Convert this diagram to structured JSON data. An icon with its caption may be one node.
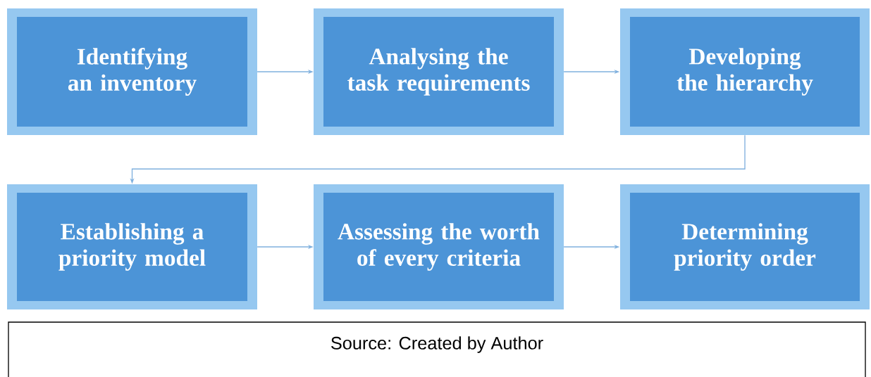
{
  "diagram": {
    "caption": "Source: Created by Author",
    "nodes": [
      {
        "text": [
          "Identifying an inventory"
        ]
      },
      {
        "text": [
          "Analysing the task requirements"
        ]
      },
      {
        "text": [
          "Developing the hierarchy"
        ]
      },
      {
        "text": [
          "Establishing a priority model"
        ]
      },
      {
        "text": [
          "Assessing the worth of every criteria"
        ]
      },
      {
        "text": [
          "Determining priority order"
        ]
      }
    ],
    "edges": [
      {
        "from": 0,
        "to": 1,
        "arrow": "to"
      },
      {
        "from": 1,
        "to": 2,
        "arrow": "to"
      },
      {
        "from": 2,
        "to": 3,
        "arrow": "to"
      },
      {
        "from": 3,
        "to": 4,
        "arrow": "to"
      },
      {
        "from": 4,
        "to": 5,
        "arrow": "to"
      }
    ]
  }
}
